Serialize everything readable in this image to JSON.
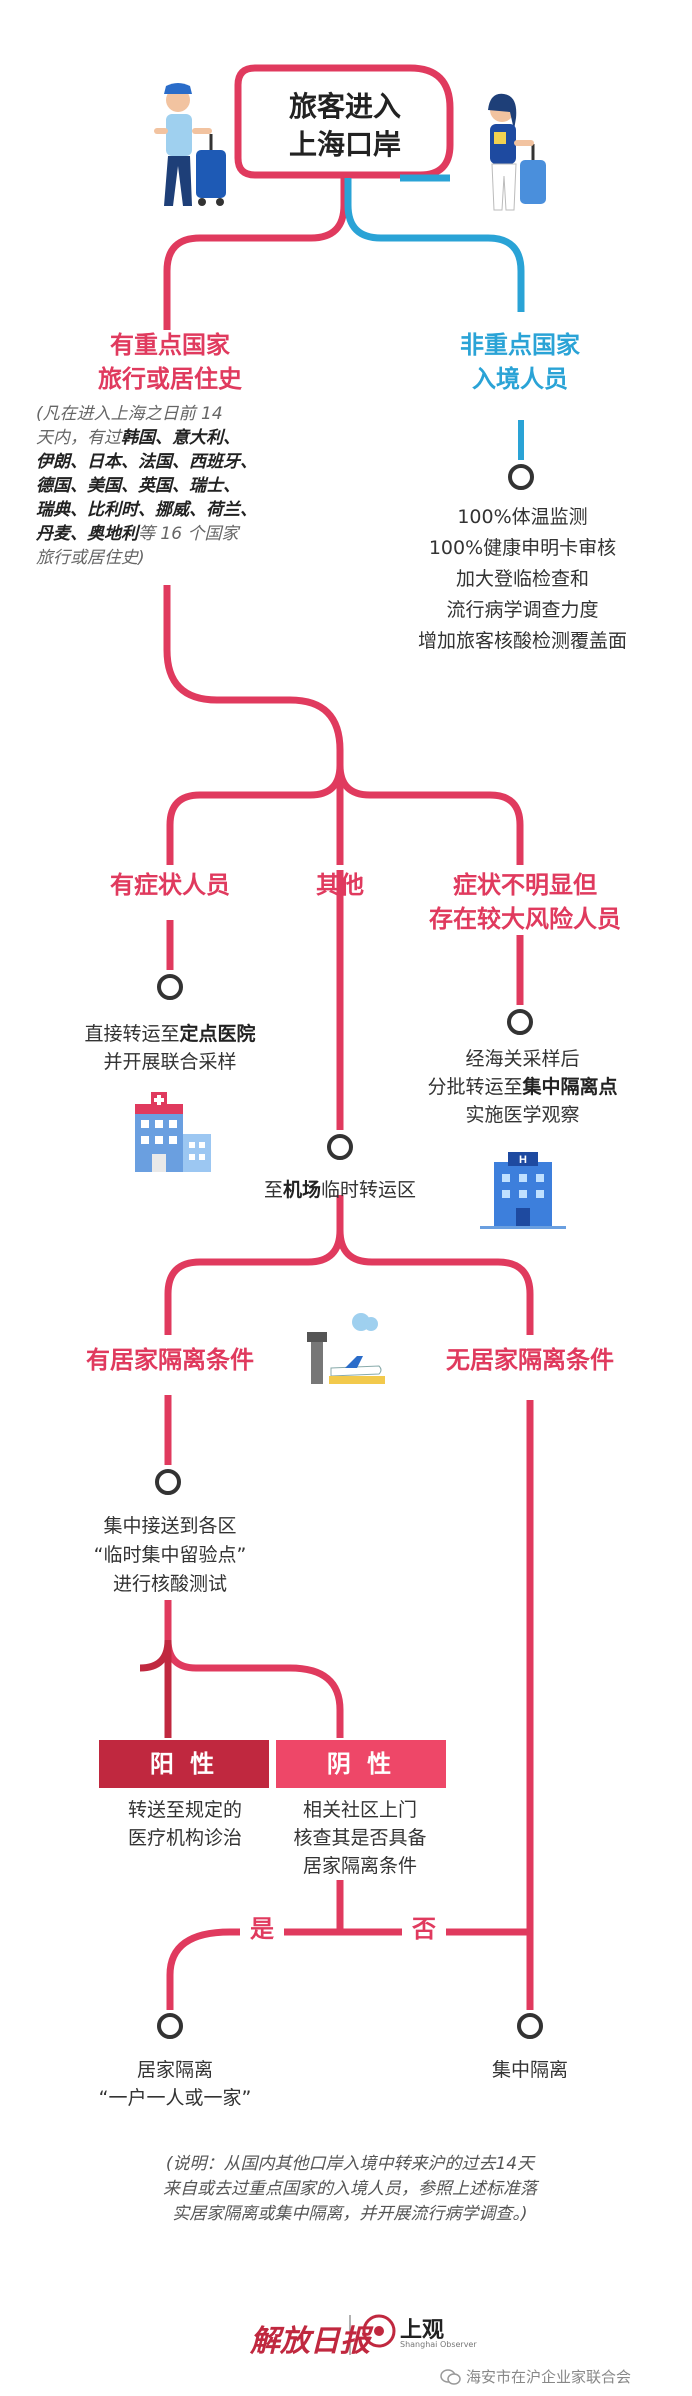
{
  "colors": {
    "red": "#e03a5e",
    "blue": "#2aa3d6",
    "dark_red": "#c0283f",
    "pink": "#ee4768"
  },
  "title": {
    "line1": "旅客进入",
    "line2": "上海口岸"
  },
  "branch_key": {
    "title1": "有重点国家",
    "title2": "旅行或居住史",
    "note_lines": [
      {
        "pre": "(凡在进入上海之日前 14",
        "bold": "",
        "post": ""
      },
      {
        "pre": "天内，有过",
        "bold": "韩国、意大利、",
        "post": ""
      },
      {
        "pre": "",
        "bold": "伊朗、日本、法国、西班牙、",
        "post": ""
      },
      {
        "pre": "",
        "bold": "德国、美国、英国、瑞士、",
        "post": ""
      },
      {
        "pre": "",
        "bold": "瑞典、比利时、挪威、荷兰、",
        "post": ""
      },
      {
        "pre": "",
        "bold": "丹麦、奥地利",
        "post": "等 16 个国家"
      },
      {
        "pre": "旅行或居住史)",
        "bold": "",
        "post": ""
      }
    ]
  },
  "branch_nonkey": {
    "title1": "非重点国家",
    "title2": "入境人员",
    "measures": [
      "100%体温监测",
      "100%健康申明卡审核",
      "加大登临检查和",
      "流行病学调查力度",
      "增加旅客核酸检测覆盖面"
    ]
  },
  "symptom": {
    "label": "有症状人员",
    "action_pre": "直接转运至",
    "action_bold": "定点医院",
    "action_line2": "并开展联合采样"
  },
  "other": {
    "label": "其他",
    "action_pre": "至",
    "action_bold": "机场",
    "action_post": "临时转运区"
  },
  "risk": {
    "label1": "症状不明显但",
    "label2": "存在较大风险人员",
    "line1": "经海关采样后",
    "line2_pre": "分批转运至",
    "line2_bold": "集中隔离点",
    "line3": "实施医学观察"
  },
  "home": {
    "label": "有居家隔离条件",
    "lines": [
      "集中接送到各区",
      "“临时集中留验点”",
      "进行核酸测试"
    ]
  },
  "no_home": {
    "label": "无居家隔离条件"
  },
  "positive": {
    "tag": "阳 性",
    "lines": [
      "转送至规定的",
      "医疗机构诊治"
    ]
  },
  "negative": {
    "tag": "阴 性",
    "lines": [
      "相关社区上门",
      "核查其是否具备",
      "居家隔离条件"
    ]
  },
  "yes_label": "是",
  "no_label": "否",
  "home_quarantine": {
    "line1": "居家隔离",
    "line2": "“一户一人或一家”"
  },
  "central_quarantine": "集中隔离",
  "footnote": [
    "(说明：从国内其他口岸入境中转来沪的过去14天",
    "来自或去过重点国家的入境人员，参照上述标准落",
    "实居家隔离或集中隔离，并开展流行病学调查。)"
  ],
  "footer": {
    "logo1": "解放日报",
    "logo2": "上观",
    "logo2_sub": "Shanghai Observer",
    "watermark": "海安市在沪企业家联合会"
  }
}
